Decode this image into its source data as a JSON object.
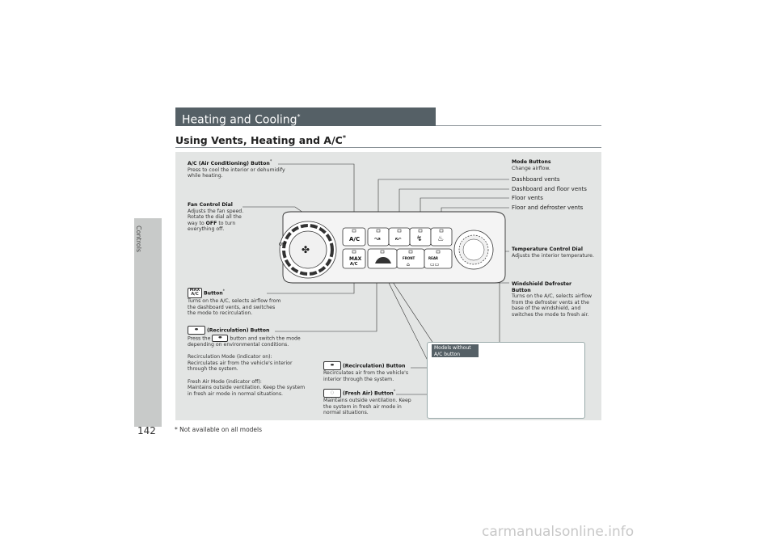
{
  "page": {
    "number": "142",
    "section_tab": "Controls",
    "footnote": "* Not available on all models",
    "watermark": "carmanualsonline.info"
  },
  "header": {
    "title": "Heating and Cooling",
    "mark": "*"
  },
  "subhead": {
    "title": "Using Vents, Heating and A/C",
    "mark": "*"
  },
  "panel_text": {
    "off_label": "OFF",
    "ac_label": "A/C",
    "max_top": "MAX",
    "max_bottom": "A/C",
    "front_label": "FRONT",
    "rear_label": "REAR"
  },
  "callouts": {
    "ac_button": {
      "title": "A/C (Air Conditioning) Button",
      "mark": "*",
      "desc": "Press to cool the interior or dehumidify while heating."
    },
    "fan_dial": {
      "title": "Fan Control Dial",
      "desc_1": "Adjusts the fan speed.",
      "desc_2": "Rotate the dial all the way to",
      "desc_off": "OFF",
      "desc_3": "to turn everything off."
    },
    "max_button": {
      "icon_top": "MAX",
      "icon_bottom": "A/C",
      "title": "Button",
      "mark": "*",
      "desc": "Turns on the A/C, selects airflow from the dashboard vents, and switches the mode to recirculation."
    },
    "recirc": {
      "title": "(Recirculation) Button",
      "desc_1": "Press the",
      "desc_2": "button and switch the mode depending on environmental conditions.",
      "on_head": "Recirculation Mode (indicator on):",
      "on_desc": "Recirculates air from the vehicle's interior through the system.",
      "off_head": "Fresh Air Mode (indicator off):",
      "off_desc": "Maintains outside ventilation. Keep the system in fresh air mode in normal situations."
    },
    "mode": {
      "title": "Mode Buttons",
      "desc": "Change airflow.",
      "items": [
        "Dashboard vents",
        "Dashboard and floor vents",
        "Floor vents",
        "Floor and defroster vents"
      ]
    },
    "temp": {
      "title": "Temperature Control Dial",
      "desc": "Adjusts the interior temperature."
    },
    "defrost": {
      "title_1": "Windshield Defroster",
      "title_2": "Button",
      "desc": "Turns on the A/C, selects airflow from the defroster vents at the base of the windshield, and switches the mode to fresh air."
    },
    "inset": {
      "tag_1": "Models without",
      "tag_2": "A/C button"
    },
    "recirc2": {
      "title": "(Recirculation) Button",
      "desc": "Recirculates air from the vehicle's interior through the system."
    },
    "fresh": {
      "title": "(Fresh Air) Button",
      "mark": "*",
      "desc": "Maintains outside ventilation. Keep the system in fresh air mode in normal situations."
    }
  }
}
